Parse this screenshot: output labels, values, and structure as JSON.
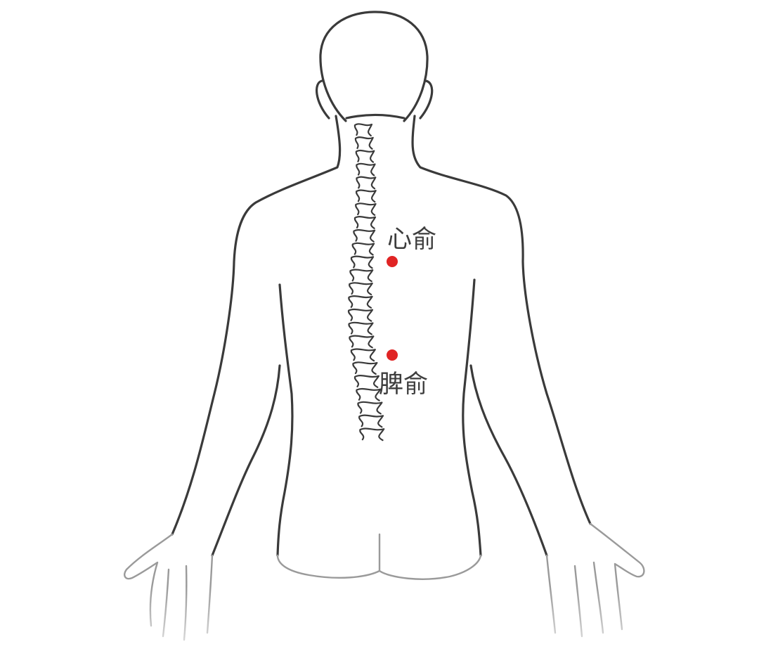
{
  "acupoints": [
    {
      "id": "xinshu",
      "label": "心俞",
      "color": "#e02424"
    },
    {
      "id": "pishu",
      "label": "脾俞",
      "color": "#e02424"
    }
  ]
}
